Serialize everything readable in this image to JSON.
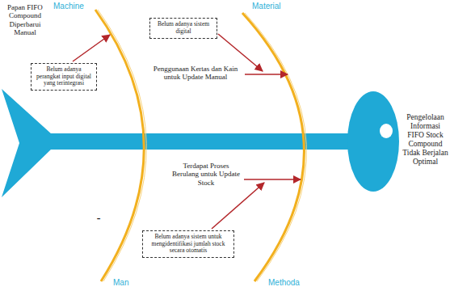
{
  "diagram": {
    "nodes": [
      {
        "text": [
          "Belum adanya perangkat input digital yang terintegrasi"
        ]
      },
      {
        "text": [
          "Belum adanya sistem digital"
        ]
      },
      {
        "text": [
          "Belum adanya sistem untuk mengidentifikasi jumlah stock secara otomatis"
        ]
      },
      {
        "text": [
          "Pengelolaan Informasi FIFO Stock Compound Tidak Berjalan Optimal"
        ]
      }
    ],
    "labels": [
      "Machine",
      "Papan FIFO Compound Diperbarui Manual",
      "Material",
      "Penggunaan Kertas dan Kain untuk Update Manual",
      "Terdapat Proses Berulang untuk Update Stock",
      "-",
      "Man",
      "Methoda"
    ]
  }
}
